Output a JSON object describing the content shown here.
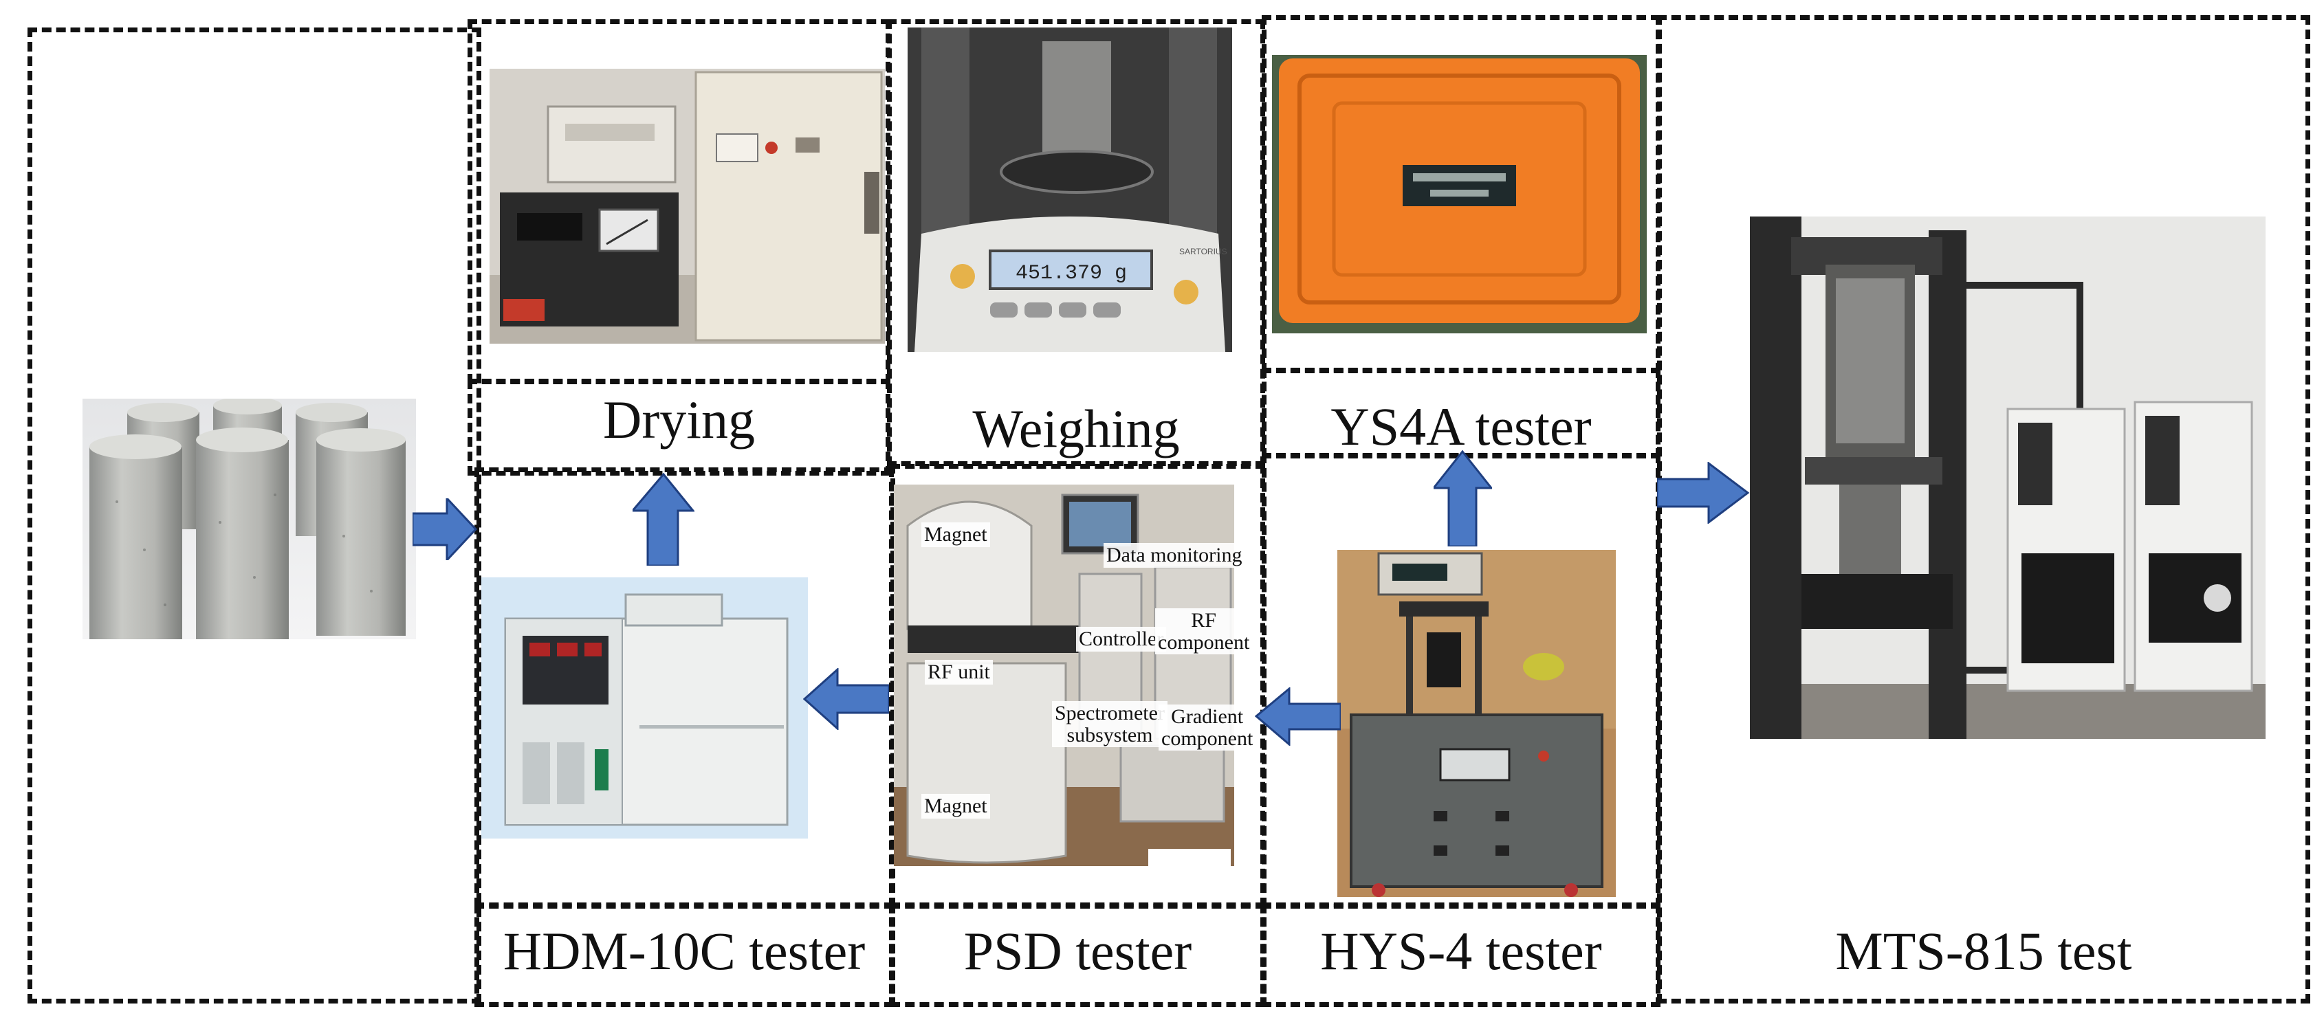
{
  "stages": {
    "drying": "Drying",
    "weighing": "Weighing",
    "ys4a": "YS4A tester",
    "hdm": "HDM-10C tester",
    "psd": "PSD tester",
    "hys": "HYS-4 tester",
    "mts": "MTS-815 test"
  },
  "psd_labels": {
    "magnet_top": "Magnet",
    "data_monitoring": "Data monitoring",
    "controller": "Controller",
    "rf_component_1": "RF",
    "rf_component_2": "component",
    "rf_unit": "RF unit",
    "spectrometer_1": "Spectrometer",
    "spectrometer_2": "subsystem",
    "gradient_1": "Gradient",
    "gradient_2": "component",
    "magnet_bottom": "Magnet"
  },
  "photo_text": {
    "scale_reading": "451.379 g",
    "scale_brand": "SARTORIUS"
  },
  "colors": {
    "arrow_fill": "#4a78c4",
    "arrow_stroke": "#1f3f80",
    "dash": "#111111"
  }
}
